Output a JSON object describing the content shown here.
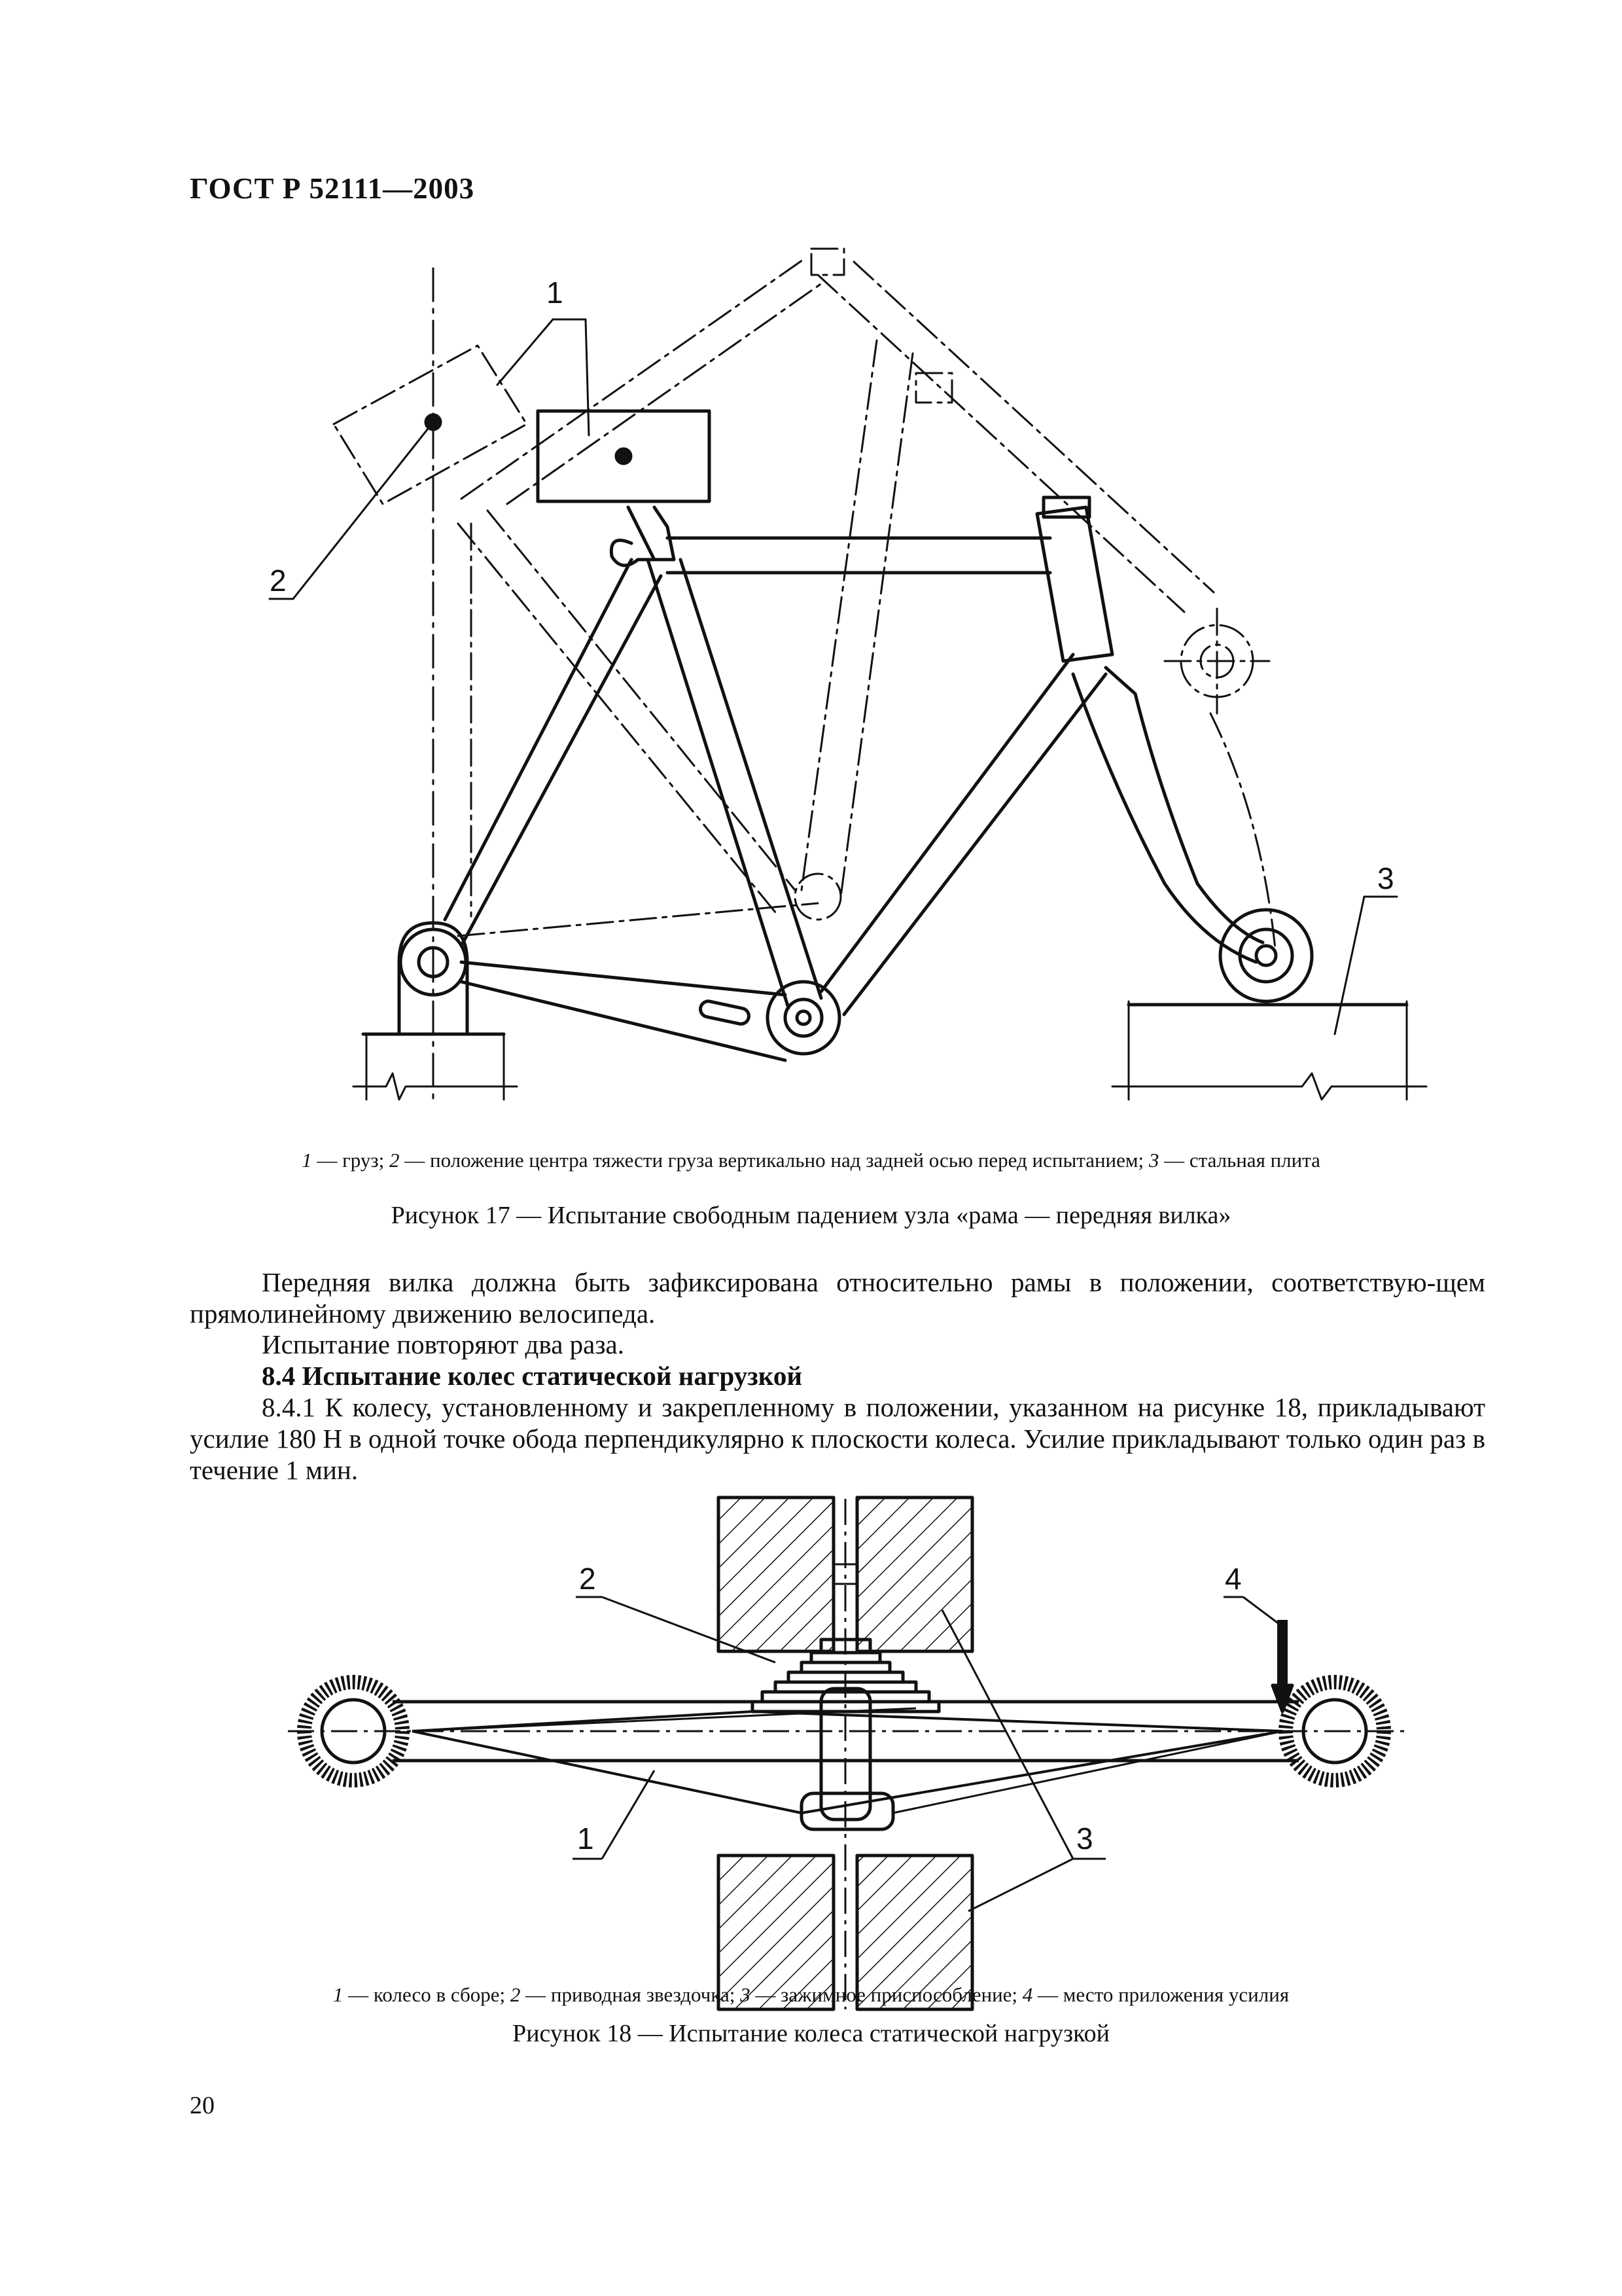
{
  "header": {
    "doc_id": "ГОСТ Р 52111—2003"
  },
  "figure17": {
    "labels": {
      "l1": "1",
      "l2": "2",
      "l3": "3"
    },
    "legend": [
      {
        "num": "1",
        "text": " — груз; "
      },
      {
        "num": "2",
        "text": " — положение центра тяжести груза вертикально над задней осью перед испытанием; "
      },
      {
        "num": "3",
        "text": " — стальная плита"
      }
    ],
    "title": "Рисунок 17 — Испытание свободным падением узла «рама — передняя вилка»"
  },
  "body": {
    "p1": "Передняя вилка должна быть зафиксирована относительно рамы в положении, соответствую-щем прямолинейному движению велосипеда.",
    "p2": "Испытание повторяют два раза.",
    "heading": "8.4 Испытание колес статической нагрузкой",
    "p3": "8.4.1 К колесу, установленному и закрепленному в положении, указанном на рисунке 18, прикладывают усилие 180 Н в одной точке обода перпендикулярно к плоскости колеса. Усилие прикладывают только один раз в течение 1 мин."
  },
  "figure18": {
    "labels": {
      "l1": "1",
      "l2": "2",
      "l3": "3",
      "l4": "4"
    },
    "legend": [
      {
        "num": "1",
        "text": " — колесо в сборе; "
      },
      {
        "num": "2",
        "text": " — приводная звездочка; "
      },
      {
        "num": "3",
        "text": " — зажимное приспособление; "
      },
      {
        "num": "4",
        "text": " — место приложения усилия"
      }
    ],
    "title": "Рисунок 18 — Испытание колеса статической нагрузкой"
  },
  "page_number": "20"
}
